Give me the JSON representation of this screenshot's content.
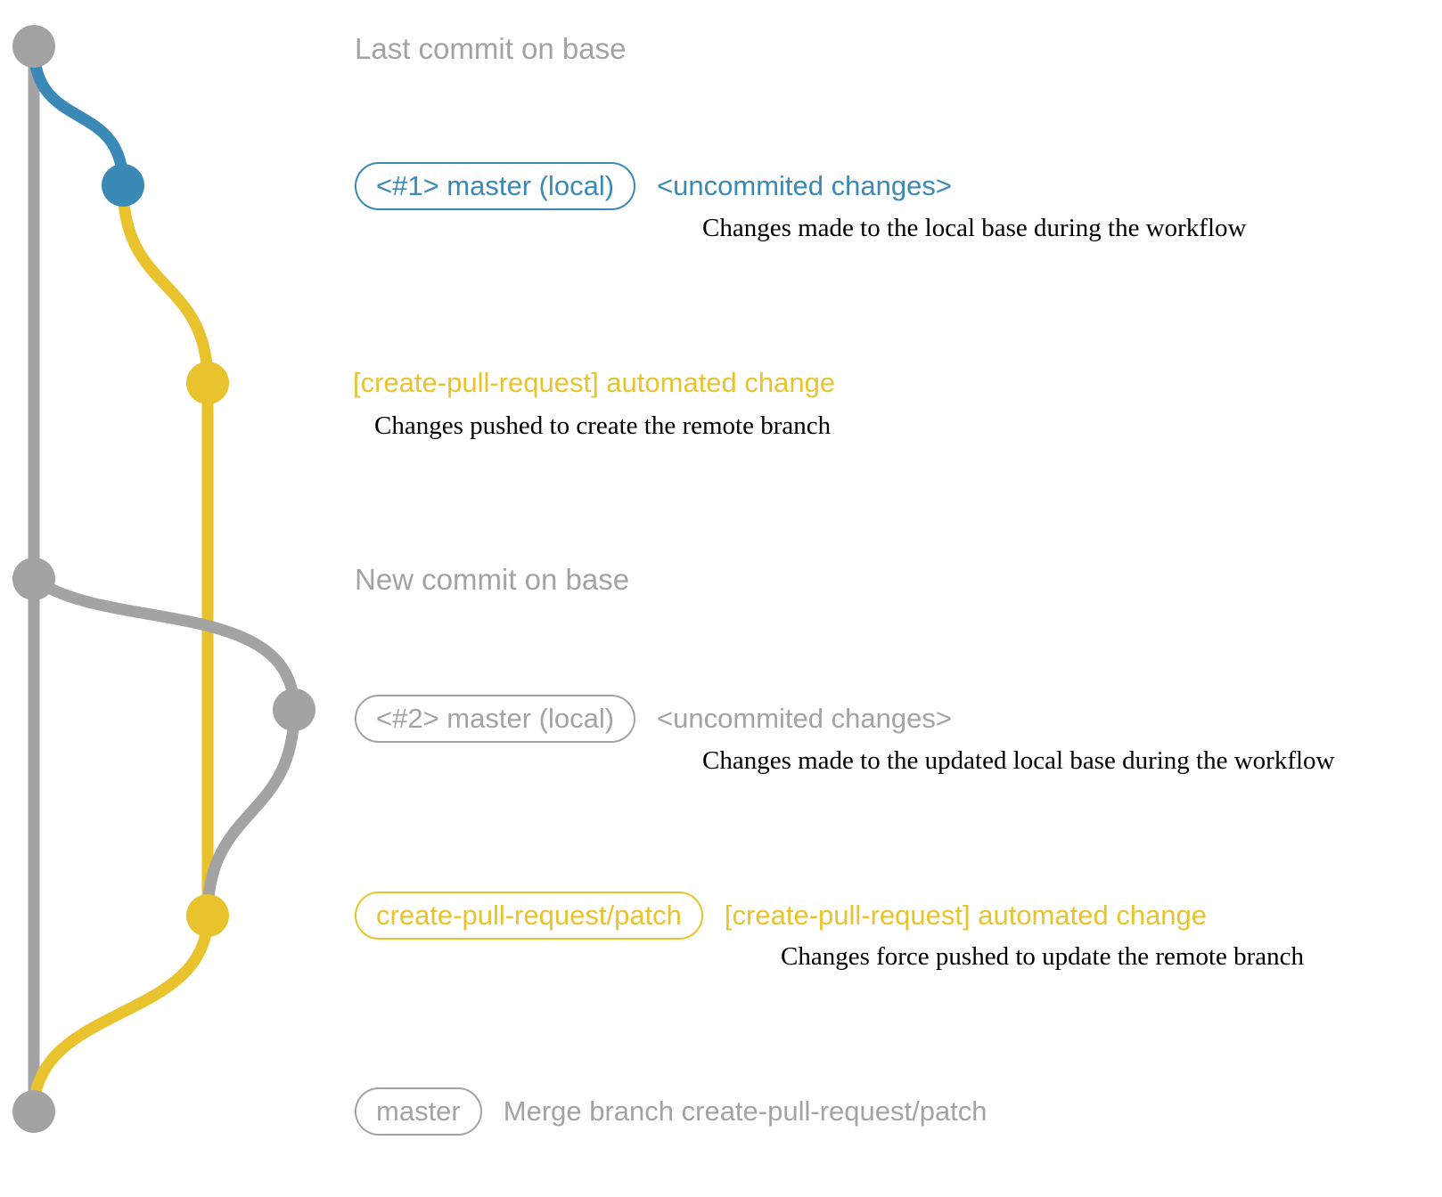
{
  "colors": {
    "gray": "#a3a3a3",
    "blue": "#3a89b6",
    "yellow": "#e9c32d",
    "black": "#000000"
  },
  "rows": {
    "last_commit": {
      "title": "Last commit on base"
    },
    "commit1": {
      "pill": "<#1> master (local)",
      "message": "<uncommited changes>",
      "description": "Changes made to the local base during the workflow"
    },
    "push1": {
      "message": "[create-pull-request] automated change",
      "description": "Changes pushed to create the remote branch"
    },
    "new_commit": {
      "title": "New commit on base"
    },
    "commit2": {
      "pill": "<#2> master (local)",
      "message": "<uncommited changes>",
      "description": "Changes made to the updated local base during the workflow"
    },
    "push2": {
      "pill": "create-pull-request/patch",
      "message": "[create-pull-request] automated change",
      "description": "Changes force pushed to update the remote branch"
    },
    "merge": {
      "pill": "master",
      "message": "Merge branch create-pull-request/patch"
    }
  }
}
